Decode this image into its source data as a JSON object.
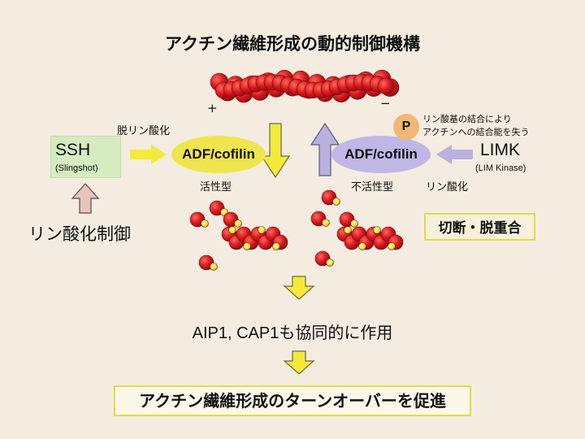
{
  "title": "アクチン繊維形成の動的制御機構",
  "filament_ends": {
    "plus": "+",
    "minus": "−"
  },
  "ssh": {
    "name": "SSH",
    "subtitle": "(Slingshot)"
  },
  "dephosphorylation_label": "脱リン酸化",
  "phosphorylation_regulation_label": "リン酸化制御",
  "adf_active": {
    "label": "ADF/cofilin",
    "state": "活性型"
  },
  "adf_inactive": {
    "label": "ADF/cofilin",
    "state": "不活性型"
  },
  "phosphate": {
    "symbol": "P",
    "note_line1": "リン酸基の結合により",
    "note_line2": "アクチンへの結合能を失う"
  },
  "limk": {
    "name": "LIMK",
    "subtitle": "(LIM Kinase)"
  },
  "phosphorylation_label": "リン酸化",
  "severing_label": "切断・脱重合",
  "cooperation_text": "AIP1, CAP1も協同的に作用",
  "conclusion_text": "アクチン繊維形成のターンオーバーを促進",
  "colors": {
    "background": "#f4ece0",
    "actin_red": "#d8191f",
    "cofilin_yellow": "#f3ea3c",
    "ssh_green": "#d4ecc0",
    "inactive_purple": "#c1b7e6",
    "phosphate_orange": "#f2b774",
    "arrow_yellow": "#f3ea3c",
    "arrow_purple": "#b9b1dd",
    "arrow_pink": "#e8c4bb"
  }
}
